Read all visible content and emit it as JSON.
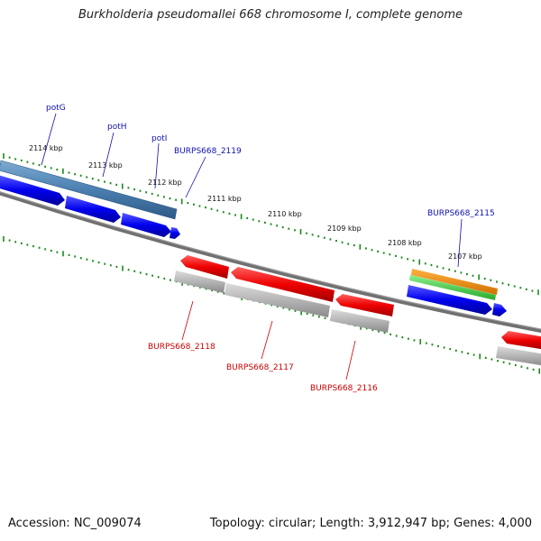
{
  "title": "Burkholderia pseudomallei 668 chromosome I, complete genome",
  "footer": {
    "accession": "Accession: NC_009074",
    "summary": "Topology: circular; Length: 3,912,947 bp; Genes: 4,000"
  },
  "colors": {
    "forward_label": "#1010b0",
    "reverse_label": "#cc0000",
    "cds_forward": "#0000ee",
    "cds_reverse": "#ee0000",
    "gene_steel": "#4a7fb0",
    "gene_gray": "#b0b0b0",
    "orange": "#f08c00",
    "green": "#44cc44",
    "backbone": "#707070",
    "tick": "#1a8a1a"
  },
  "ticks": [
    "2114 kbp",
    "2113 kbp",
    "2112 kbp",
    "2111 kbp",
    "2110 kbp",
    "2109 kbp",
    "2108 kbp",
    "2107 kbp"
  ],
  "forward_labels": [
    "potG",
    "potH",
    "potI",
    "BURPS668_2119",
    "BURPS668_2115"
  ],
  "reverse_labels": [
    "BURPS668_2118",
    "BURPS668_2117",
    "BURPS668_2116"
  ]
}
